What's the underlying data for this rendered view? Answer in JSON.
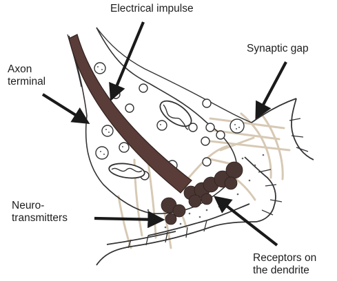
{
  "labels": {
    "electrical_impulse": "Electrical impulse",
    "synaptic_gap": "Synaptic gap",
    "axon_terminal": [
      "Axon",
      "terminal"
    ],
    "neurotransmitters": [
      "Neuro-",
      "transmitters"
    ],
    "receptors": [
      "Receptors on",
      "the dendrite"
    ]
  },
  "colors": {
    "background": "#ffffff",
    "membrane": "#333333",
    "impulse": "#5a3d38",
    "impulse_outline": "#2e1f1c",
    "neurotransmitter": "#4a3733",
    "fiber": "#d7c9b4",
    "arrow": "#1a1a1a",
    "text": "#1d1d1d"
  }
}
